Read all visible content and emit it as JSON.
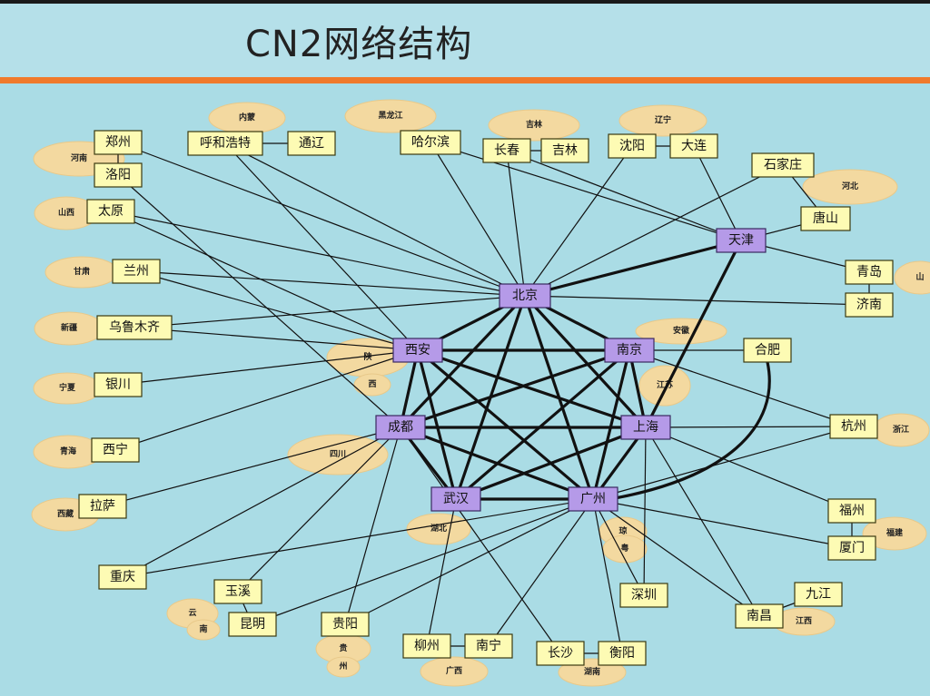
{
  "title": "CN2网络结构",
  "colors": {
    "background": "#aadce5",
    "divider": "#f07a2c",
    "hub_fill": "#b59ae8",
    "city_fill": "#fdfbb4",
    "region_cloud": "#f3d9a0"
  },
  "hubs": [
    {
      "id": "beijing",
      "label": "北京"
    },
    {
      "id": "xian",
      "label": "西安"
    },
    {
      "id": "nanjing",
      "label": "南京"
    },
    {
      "id": "chengdu",
      "label": "成都"
    },
    {
      "id": "shanghai",
      "label": "上海"
    },
    {
      "id": "wuhan",
      "label": "武汉"
    },
    {
      "id": "guangzhou",
      "label": "广州"
    },
    {
      "id": "tianjin",
      "label": "天津"
    }
  ],
  "cities": [
    {
      "id": "zhengzhou",
      "label": "郑州"
    },
    {
      "id": "luoyang",
      "label": "洛阳"
    },
    {
      "id": "huhehaote",
      "label": "呼和浩特"
    },
    {
      "id": "tongliao",
      "label": "通辽"
    },
    {
      "id": "haerbin",
      "label": "哈尔滨"
    },
    {
      "id": "changchun",
      "label": "长春"
    },
    {
      "id": "jilin",
      "label": "吉林"
    },
    {
      "id": "shenyang",
      "label": "沈阳"
    },
    {
      "id": "dalian",
      "label": "大连"
    },
    {
      "id": "shijiazhuang",
      "label": "石家庄"
    },
    {
      "id": "tangshan",
      "label": "唐山"
    },
    {
      "id": "taiyuan",
      "label": "太原"
    },
    {
      "id": "lanzhou",
      "label": "兰州"
    },
    {
      "id": "wulumuqi",
      "label": "乌鲁木齐"
    },
    {
      "id": "yinchuan",
      "label": "银川"
    },
    {
      "id": "xining",
      "label": "西宁"
    },
    {
      "id": "lasa",
      "label": "拉萨"
    },
    {
      "id": "chongqing",
      "label": "重庆"
    },
    {
      "id": "yuxi",
      "label": "玉溪"
    },
    {
      "id": "kunming",
      "label": "昆明"
    },
    {
      "id": "guiyang",
      "label": "贵阳"
    },
    {
      "id": "liuzhou",
      "label": "柳州"
    },
    {
      "id": "nanning",
      "label": "南宁"
    },
    {
      "id": "changsha",
      "label": "长沙"
    },
    {
      "id": "hengyang",
      "label": "衡阳"
    },
    {
      "id": "shenzhen",
      "label": "深圳"
    },
    {
      "id": "nanchang",
      "label": "南昌"
    },
    {
      "id": "jiujiang",
      "label": "九江"
    },
    {
      "id": "xiamen",
      "label": "厦门"
    },
    {
      "id": "fuzhou",
      "label": "福州"
    },
    {
      "id": "hangzhou",
      "label": "杭州"
    },
    {
      "id": "hefei",
      "label": "合肥"
    },
    {
      "id": "qingdao",
      "label": "青岛"
    },
    {
      "id": "jinan",
      "label": "济南"
    }
  ],
  "regions": [
    {
      "id": "henan",
      "label": "河南"
    },
    {
      "id": "neimeng",
      "label": "内蒙"
    },
    {
      "id": "heilongjiang",
      "label": "黑龙江"
    },
    {
      "id": "jilin_prov",
      "label": "吉林"
    },
    {
      "id": "liaoning",
      "label": "辽宁"
    },
    {
      "id": "hebei",
      "label": "河北"
    },
    {
      "id": "shanxi",
      "label": "山西"
    },
    {
      "id": "gansu",
      "label": "甘肃"
    },
    {
      "id": "xinjiang",
      "label": "新疆"
    },
    {
      "id": "ningxia",
      "label": "宁夏"
    },
    {
      "id": "qinghai",
      "label": "青海"
    },
    {
      "id": "xizang",
      "label": "西藏"
    },
    {
      "id": "shaanxi1",
      "label": "陕"
    },
    {
      "id": "shaanxi2",
      "label": "西"
    },
    {
      "id": "sichuan",
      "label": "四川"
    },
    {
      "id": "yunnan1",
      "label": "云"
    },
    {
      "id": "yunnan2",
      "label": "南"
    },
    {
      "id": "guizhou1",
      "label": "贵"
    },
    {
      "id": "guizhou2",
      "label": "州"
    },
    {
      "id": "hubei",
      "label": "湖北"
    },
    {
      "id": "guangxi",
      "label": "广西"
    },
    {
      "id": "hunan",
      "label": "湖南"
    },
    {
      "id": "qiong",
      "label": "琼"
    },
    {
      "id": "yue",
      "label": "粤"
    },
    {
      "id": "jiangxi",
      "label": "江西"
    },
    {
      "id": "fujian",
      "label": "福建"
    },
    {
      "id": "zhejiang",
      "label": "浙江"
    },
    {
      "id": "jiangsu",
      "label": "江苏"
    },
    {
      "id": "anhui",
      "label": "安徽"
    },
    {
      "id": "shandong",
      "label": "山"
    }
  ],
  "mesh": [
    [
      "beijing",
      "xian"
    ],
    [
      "beijing",
      "nanjing"
    ],
    [
      "beijing",
      "chengdu"
    ],
    [
      "beijing",
      "shanghai"
    ],
    [
      "beijing",
      "wuhan"
    ],
    [
      "beijing",
      "guangzhou"
    ],
    [
      "xian",
      "nanjing"
    ],
    [
      "xian",
      "chengdu"
    ],
    [
      "xian",
      "shanghai"
    ],
    [
      "xian",
      "wuhan"
    ],
    [
      "xian",
      "guangzhou"
    ],
    [
      "nanjing",
      "chengdu"
    ],
    [
      "nanjing",
      "shanghai"
    ],
    [
      "nanjing",
      "wuhan"
    ],
    [
      "nanjing",
      "guangzhou"
    ],
    [
      "chengdu",
      "shanghai"
    ],
    [
      "chengdu",
      "wuhan"
    ],
    [
      "chengdu",
      "guangzhou"
    ],
    [
      "shanghai",
      "wuhan"
    ],
    [
      "shanghai",
      "guangzhou"
    ],
    [
      "wuhan",
      "guangzhou"
    ],
    [
      "beijing",
      "tianjin"
    ],
    [
      "tianjin",
      "shanghai"
    ]
  ],
  "links": [
    [
      "zhengzhou",
      "beijing"
    ],
    [
      "zhengzhou",
      "luoyang"
    ],
    [
      "luoyang",
      "chengdu"
    ],
    [
      "huhehaote",
      "beijing"
    ],
    [
      "huhehaote",
      "xian"
    ],
    [
      "huhehaote",
      "tongliao"
    ],
    [
      "haerbin",
      "beijing"
    ],
    [
      "changchun",
      "beijing"
    ],
    [
      "changchun",
      "jilin"
    ],
    [
      "shenyang",
      "beijing"
    ],
    [
      "shenyang",
      "dalian"
    ],
    [
      "dalian",
      "tianjin"
    ],
    [
      "haerbin",
      "tianjin"
    ],
    [
      "changchun",
      "tianjin"
    ],
    [
      "shijiazhuang",
      "tangshan"
    ],
    [
      "shijiazhuang",
      "beijing"
    ],
    [
      "tangshan",
      "tianjin"
    ],
    [
      "taiyuan",
      "beijing"
    ],
    [
      "taiyuan",
      "xian"
    ],
    [
      "lanzhou",
      "beijing"
    ],
    [
      "lanzhou",
      "xian"
    ],
    [
      "wulumuqi",
      "beijing"
    ],
    [
      "wulumuqi",
      "xian"
    ],
    [
      "yinchuan",
      "xian"
    ],
    [
      "xining",
      "xian"
    ],
    [
      "lasa",
      "chengdu"
    ],
    [
      "chongqing",
      "chengdu"
    ],
    [
      "chongqing",
      "guangzhou"
    ],
    [
      "yuxi",
      "kunming"
    ],
    [
      "yuxi",
      "chengdu"
    ],
    [
      "kunming",
      "guangzhou"
    ],
    [
      "guiyang",
      "chengdu"
    ],
    [
      "guiyang",
      "guangzhou"
    ],
    [
      "liuzhou",
      "wuhan"
    ],
    [
      "liuzhou",
      "nanning"
    ],
    [
      "nanning",
      "guangzhou"
    ],
    [
      "changsha",
      "chengdu"
    ],
    [
      "changsha",
      "hengyang"
    ],
    [
      "hengyang",
      "guangzhou"
    ],
    [
      "shenzhen",
      "shanghai"
    ],
    [
      "shenzhen",
      "guangzhou"
    ],
    [
      "nanchang",
      "shanghai"
    ],
    [
      "nanchang",
      "guangzhou"
    ],
    [
      "nanchang",
      "jiujiang"
    ],
    [
      "xiamen",
      "guangzhou"
    ],
    [
      "xiamen",
      "fuzhou"
    ],
    [
      "fuzhou",
      "shanghai"
    ],
    [
      "hangzhou",
      "nanjing"
    ],
    [
      "hangzhou",
      "shanghai"
    ],
    [
      "hangzhou",
      "guangzhou"
    ],
    [
      "hefei",
      "nanjing"
    ],
    [
      "qingdao",
      "tianjin"
    ],
    [
      "jinan",
      "beijing"
    ],
    [
      "jinan",
      "qingdao"
    ]
  ]
}
